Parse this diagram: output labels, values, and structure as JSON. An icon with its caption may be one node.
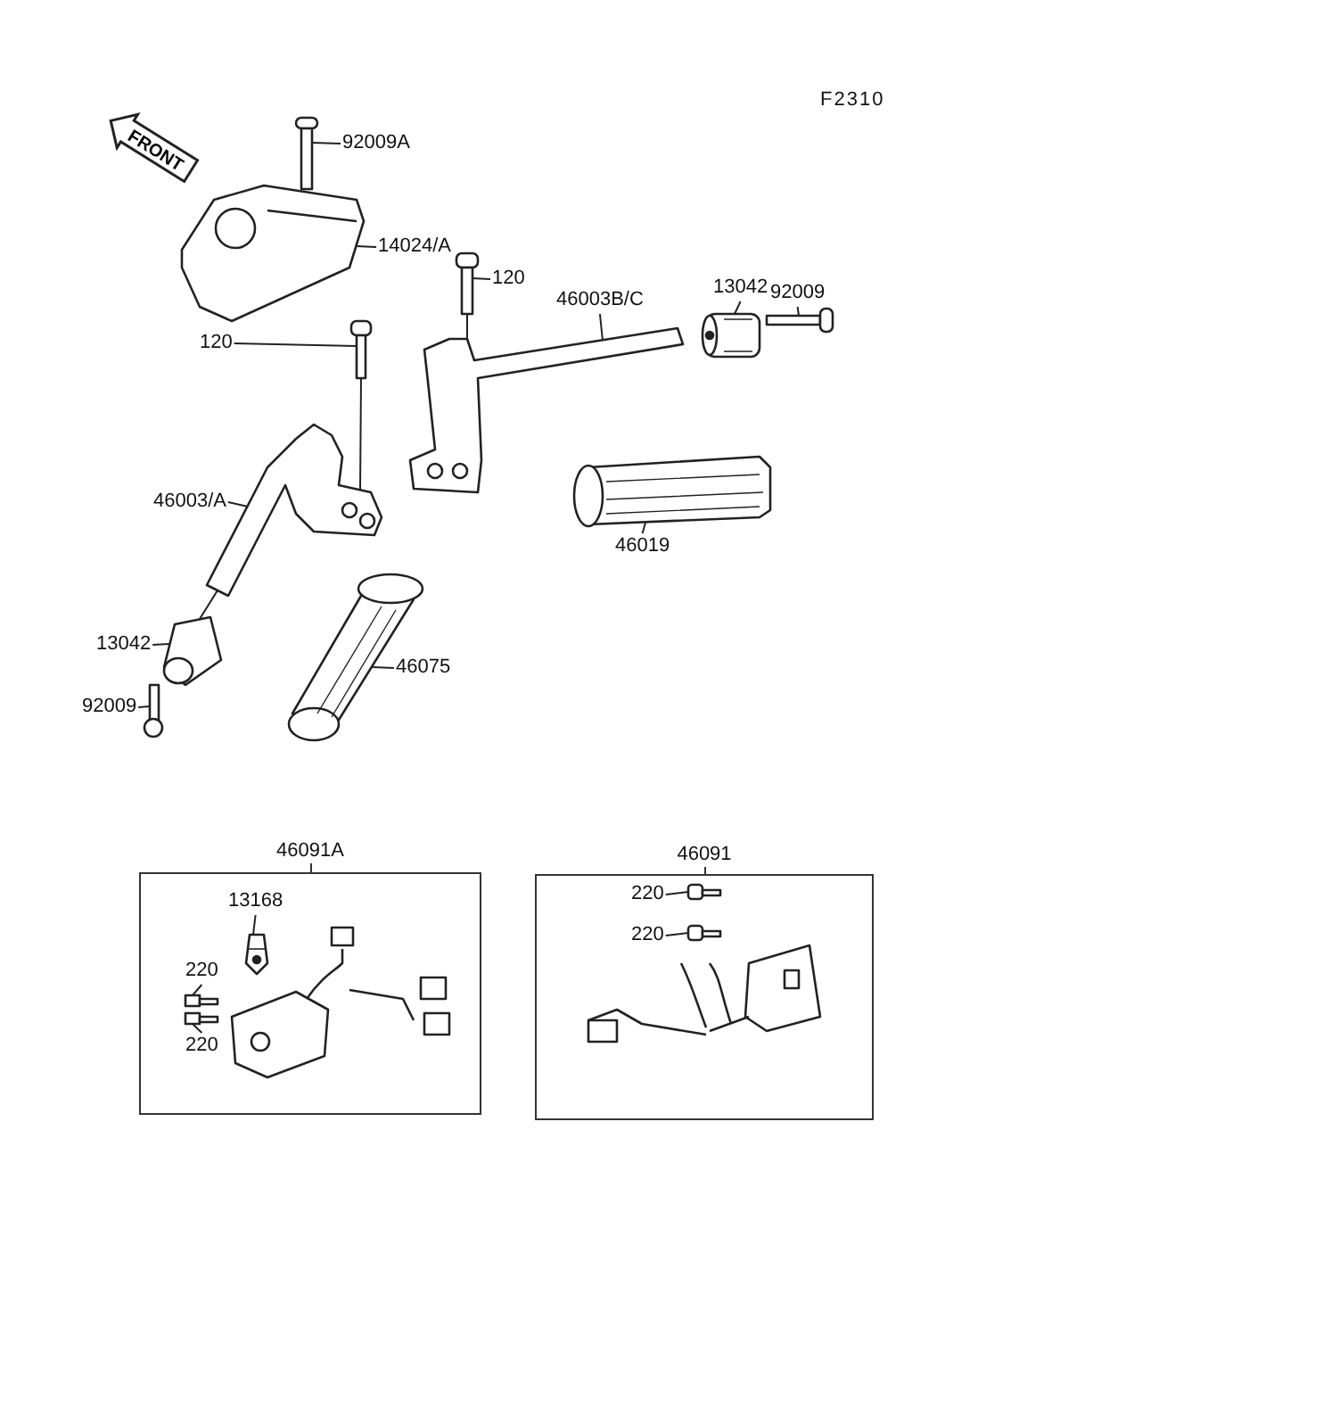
{
  "diagram": {
    "nodes": [
      {
        "text": [
          "FRONT"
        ]
      },
      {
        "text": [
          "92009A"
        ]
      },
      {
        "text": [
          "14024/A"
        ]
      },
      {
        "text": [
          "120"
        ]
      },
      {
        "text": [
          "46003B/C"
        ]
      },
      {
        "text": [
          "13042"
        ]
      },
      {
        "text": [
          "92009"
        ]
      },
      {
        "text": [
          "120"
        ]
      },
      {
        "text": [
          "46003/A"
        ]
      },
      {
        "text": [
          "46019"
        ]
      },
      {
        "text": [
          "13042"
        ]
      },
      {
        "text": [
          "46075"
        ]
      },
      {
        "text": [
          "92009"
        ]
      },
      {
        "text": [
          "46091A"
        ]
      },
      {
        "text": [
          "13168"
        ],
        "in": 13
      },
      {
        "text": [
          "220"
        ],
        "in": 13
      },
      {
        "text": [
          "220"
        ],
        "in": 13
      },
      {
        "text": [
          "46091"
        ]
      },
      {
        "text": [
          "220"
        ],
        "in": 17
      },
      {
        "text": [
          "220"
        ],
        "in": 17
      },
      {
        "text": [],
        "shape": "picture"
      },
      {
        "text": [],
        "shape": "picture"
      },
      {
        "text": [],
        "shape": "picture"
      },
      {
        "text": [],
        "shape": "picture"
      },
      {
        "text": [],
        "shape": "picture"
      },
      {
        "text": [],
        "shape": "picture"
      },
      {
        "text": [],
        "shape": "picture"
      },
      {
        "text": [],
        "shape": "picture"
      },
      {
        "text": [],
        "shape": "picture"
      },
      {
        "text": [],
        "shape": "picture"
      },
      {
        "text": [],
        "shape": "picture"
      },
      {
        "text": [],
        "shape": "picture"
      },
      {
        "text": [],
        "shape": "picture",
        "in": 13
      },
      {
        "text": [],
        "shape": "picture",
        "in": 13
      },
      {
        "text": [],
        "shape": "picture",
        "in": 13
      },
      {
        "text": [],
        "shape": "picture",
        "in": 17
      },
      {
        "text": [],
        "shape": "picture",
        "in": 17
      }
    ],
    "edges": [
      {
        "from": 1,
        "to": 20,
        "arrow": "none"
      },
      {
        "from": 2,
        "to": 21,
        "arrow": "none"
      },
      {
        "from": 3,
        "to": 22,
        "arrow": "none"
      },
      {
        "from": 4,
        "to": 23,
        "arrow": "none"
      },
      {
        "from": 5,
        "to": 24,
        "arrow": "none"
      },
      {
        "from": 6,
        "to": 25,
        "arrow": "none"
      },
      {
        "from": 7,
        "to": 26,
        "arrow": "none"
      },
      {
        "from": 8,
        "to": 27,
        "arrow": "none"
      },
      {
        "from": 9,
        "to": 28,
        "arrow": "none"
      },
      {
        "from": 10,
        "to": 29,
        "arrow": "none"
      },
      {
        "from": 11,
        "to": 31,
        "arrow": "none"
      },
      {
        "from": 12,
        "to": 30,
        "arrow": "none"
      },
      {
        "from": 14,
        "to": 32,
        "arrow": "none"
      },
      {
        "from": 15,
        "to": 33,
        "arrow": "none"
      },
      {
        "from": 16,
        "to": 34,
        "arrow": "none"
      },
      {
        "from": 18,
        "to": 35,
        "arrow": "none"
      },
      {
        "from": 19,
        "to": 36,
        "arrow": "none"
      },
      {
        "from": 22,
        "to": 23,
        "arrow": "none"
      },
      {
        "from": 26,
        "to": 27,
        "arrow": "none"
      },
      {
        "from": 27,
        "to": 29,
        "arrow": "none"
      }
    ],
    "labels": [
      "F2310"
    ]
  }
}
